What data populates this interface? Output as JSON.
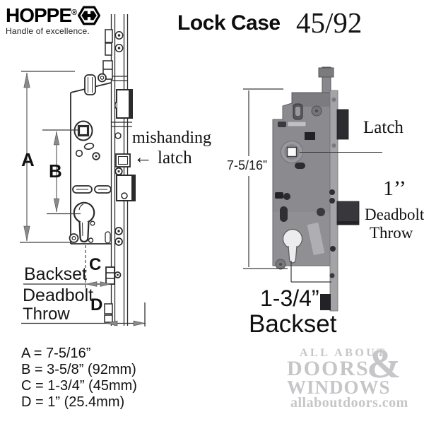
{
  "brand": {
    "name": "HOPPE",
    "registered_mark": "®",
    "tagline": "Handle of excellence."
  },
  "title": {
    "product": "Lock Case",
    "model": "45/92"
  },
  "diagram": {
    "dims": {
      "a": "A",
      "b": "B",
      "c": "C",
      "d": "D"
    },
    "callouts": {
      "mishanding_line1": "mishanding",
      "arrow": "←",
      "mishanding_line2": "latch",
      "backset": "Backset",
      "deadbolt": "Deadbolt",
      "throw": "Throw"
    }
  },
  "legend": {
    "items": [
      {
        "text": "A = 7-5/16”"
      },
      {
        "text": "B = 3-5/8” (92mm)"
      },
      {
        "text": "C = 1-3/4” (45mm)"
      },
      {
        "text": "D = 1” (25.4mm)"
      }
    ]
  },
  "photo": {
    "height_dim": "7-5/16”",
    "latch": "Latch",
    "deadbolt_value": "1’’",
    "deadbolt_line1": "Deadbolt",
    "deadbolt_line2": "Throw",
    "backset_value": "1-3/4”",
    "backset_label": "Backset"
  },
  "watermark": {
    "line1": "ALL ABOUT",
    "ampersand": "&",
    "line2": "DOORS",
    "line3": "WINDOWS",
    "website": "allaboutdoors.com",
    "color": "#c6c6c9"
  },
  "colors": {
    "line": "#2b2b2b",
    "photo_body": "#8a8a8f",
    "photo_faceplate": "#a4a4a8",
    "photo_dark": "#2c2c30",
    "watermark": "#c6c6c9"
  }
}
